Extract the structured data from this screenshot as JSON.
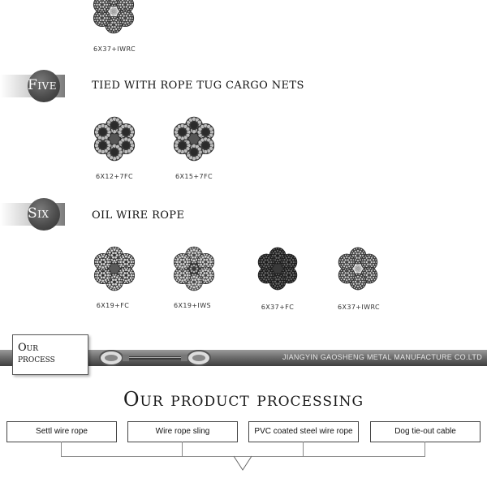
{
  "top_partial": {
    "caption": "6X37+IWRC"
  },
  "sections": [
    {
      "badge": "Five",
      "title": "TIED WITH ROPE TUG CARGO NETS",
      "ropes": [
        {
          "caption": "6X12+7FC",
          "style": "fc-coarse"
        },
        {
          "caption": "6X15+7FC",
          "style": "fc-coarse"
        }
      ]
    },
    {
      "badge": "Six",
      "title": "OIL WIRE ROPE",
      "ropes": [
        {
          "caption": "6X19+FC",
          "style": "fc-fine"
        },
        {
          "caption": "6X19+IWS",
          "style": "iws"
        },
        {
          "caption": "6X37+FC",
          "style": "dark"
        },
        {
          "caption": "6X37+IWRC",
          "style": "iwrc"
        }
      ]
    }
  ],
  "process_banner": {
    "label_line1": "Our",
    "label_line2": "process",
    "company": "JIANGYIN GAOSHENG METAL MANUFACTURE CO.LTD"
  },
  "processing": {
    "title": "Our product processing",
    "boxes": [
      "Settl wire rope",
      "Wire rope sling",
      "PVC coated steel wire rope",
      "Dog tie-out cable"
    ]
  }
}
